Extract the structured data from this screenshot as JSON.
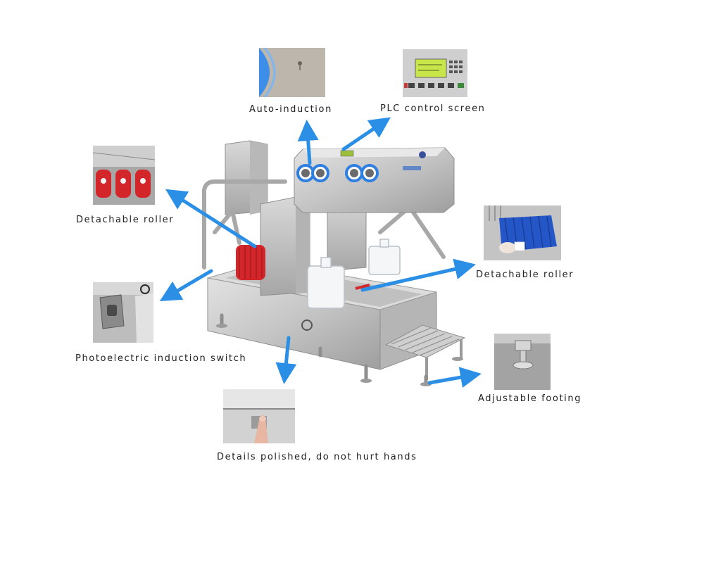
{
  "callouts": {
    "auto_induction": "Auto-induction",
    "plc_screen": "PLC control screen",
    "roller_left": "Detachable roller",
    "roller_right": "Detachable roller",
    "photo_switch": "Photoelectric induction switch",
    "adjustable_footing": "Adjustable footing",
    "polished_details": "Details polished, do not hurt hands"
  },
  "colors": {
    "arrow": "#2b8fe6",
    "steel": "#c9c9c9",
    "steel_dark": "#8f8f8f",
    "roller_red": "#d3262b",
    "roller_blue": "#2456c8",
    "lcd_green": "#c8e64a",
    "port_blue": "#2f7fe0"
  },
  "icons": {
    "arrow": "arrow-icon"
  }
}
